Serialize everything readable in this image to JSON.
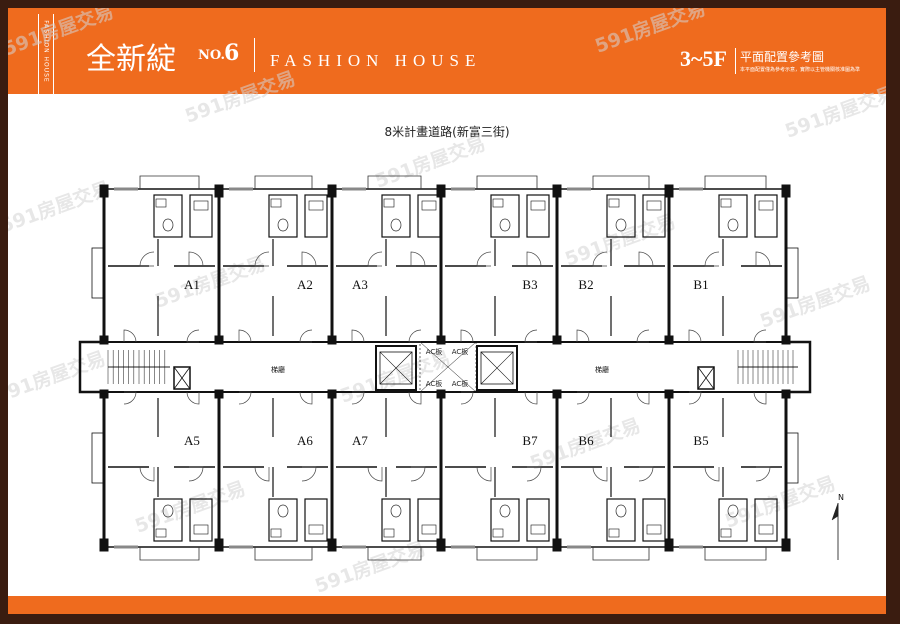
{
  "header": {
    "title_cn": "全新綻",
    "title_no": "NO.",
    "title_num": "6",
    "title_en": "FASHION HOUSE",
    "side_tag": "FASHION HOUSE",
    "floor_range": "3~5F",
    "plan_label": "平面配置參考圖",
    "note": "本平面配置僅為參考示意，實際以主管機關核准圖為準"
  },
  "road_label": "8米計畫道路(新富三街)",
  "corridor_label": "梯廳",
  "ac_label": "AC板",
  "north_label": "N",
  "watermark": "591房屋交易",
  "units_top": [
    "A1",
    "A2",
    "A3",
    "B3",
    "B2",
    "B1"
  ],
  "units_bottom": [
    "A5",
    "A6",
    "A7",
    "B7",
    "B6",
    "B5"
  ],
  "colors": {
    "accent": "#ef6b1e",
    "frame": "#3a1c10"
  }
}
